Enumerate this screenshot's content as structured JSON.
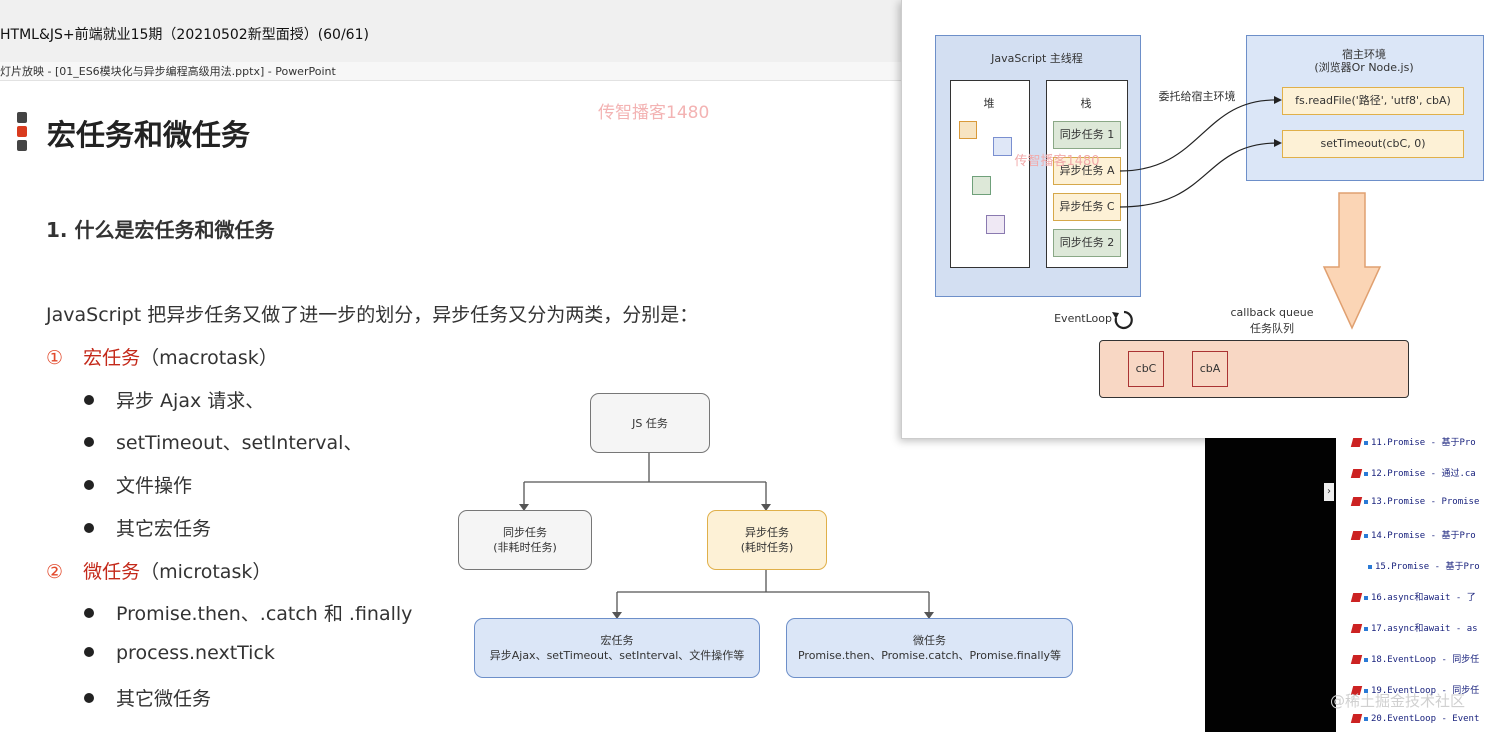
{
  "window": {
    "title": "HTML&JS+前端就业15期（20210502新型面授）(60/61)",
    "subtitle": "灯片放映 - [01_ES6模块化与异步编程高级用法.pptx] - PowerPoint"
  },
  "slide": {
    "title": "宏任务和微任务",
    "watermark": "传智播客1480",
    "section_heading": "1. 什么是宏任务和微任务",
    "intro": "JavaScript 把异步任务又做了进一步的划分，异步任务又分为两类，分别是：",
    "macro": {
      "num": "①",
      "label": "宏任务",
      "sub": "（macrotask）"
    },
    "macro_items": [
      "异步 Ajax 请求、",
      "setTimeout、setInterval、",
      "文件操作",
      "其它宏任务"
    ],
    "micro": {
      "num": "②",
      "label": "微任务",
      "sub": "（microtask）"
    },
    "micro_items": [
      "Promise.then、.catch 和 .finally",
      "process.nextTick",
      "其它微任务"
    ],
    "tree": {
      "root": "JS 任务",
      "sync_title": "同步任务",
      "sync_sub": "(非耗时任务)",
      "async_title": "异步任务",
      "async_sub": "(耗时任务)",
      "macro_title": "宏任务",
      "macro_sub": "异步Ajax、setTimeout、setInterval、文件操作等",
      "micro_title": "微任务",
      "micro_sub": "Promise.then、Promise.catch、Promise.finally等"
    }
  },
  "popup": {
    "main_thread": "JavaScript 主线程",
    "heap": "堆",
    "stack": "栈",
    "stack_items": [
      "同步任务 1",
      "异步任务 A",
      "异步任务 C",
      "同步任务 2"
    ],
    "delegate": "委托给宿主环境",
    "host_title": "宿主环境",
    "host_sub": "(浏览器Or Node.js)",
    "host_items": [
      "fs.readFile('路径', 'utf8', cbA)",
      "setTimeout(cbC, 0)"
    ],
    "event_loop": "EventLoop",
    "queue_title": "callback queue",
    "queue_sub": "任务队列",
    "queue_items": [
      "cbC",
      "cbA"
    ],
    "watermark": "传智播客1480"
  },
  "notes": {
    "items": [
      "11.Promise - 基于Pro",
      "12.Promise - 通过.ca",
      "13.Promise - Promise",
      "14.Promise - 基于Pro",
      "15.Promise - 基于Pro",
      "16.async和await - 了",
      "17.async和await - as",
      "18.EventLoop - 同步任",
      "19.EventLoop - 同步任",
      "20.EventLoop - Event"
    ],
    "watermark": "@稀土掘金技术社区"
  },
  "colors": {
    "accent_red": "#e24a2c",
    "blue_fill": "#dbe6f7",
    "yellow_fill": "#fdf1d6",
    "peach_fill": "#f8d7c4"
  }
}
